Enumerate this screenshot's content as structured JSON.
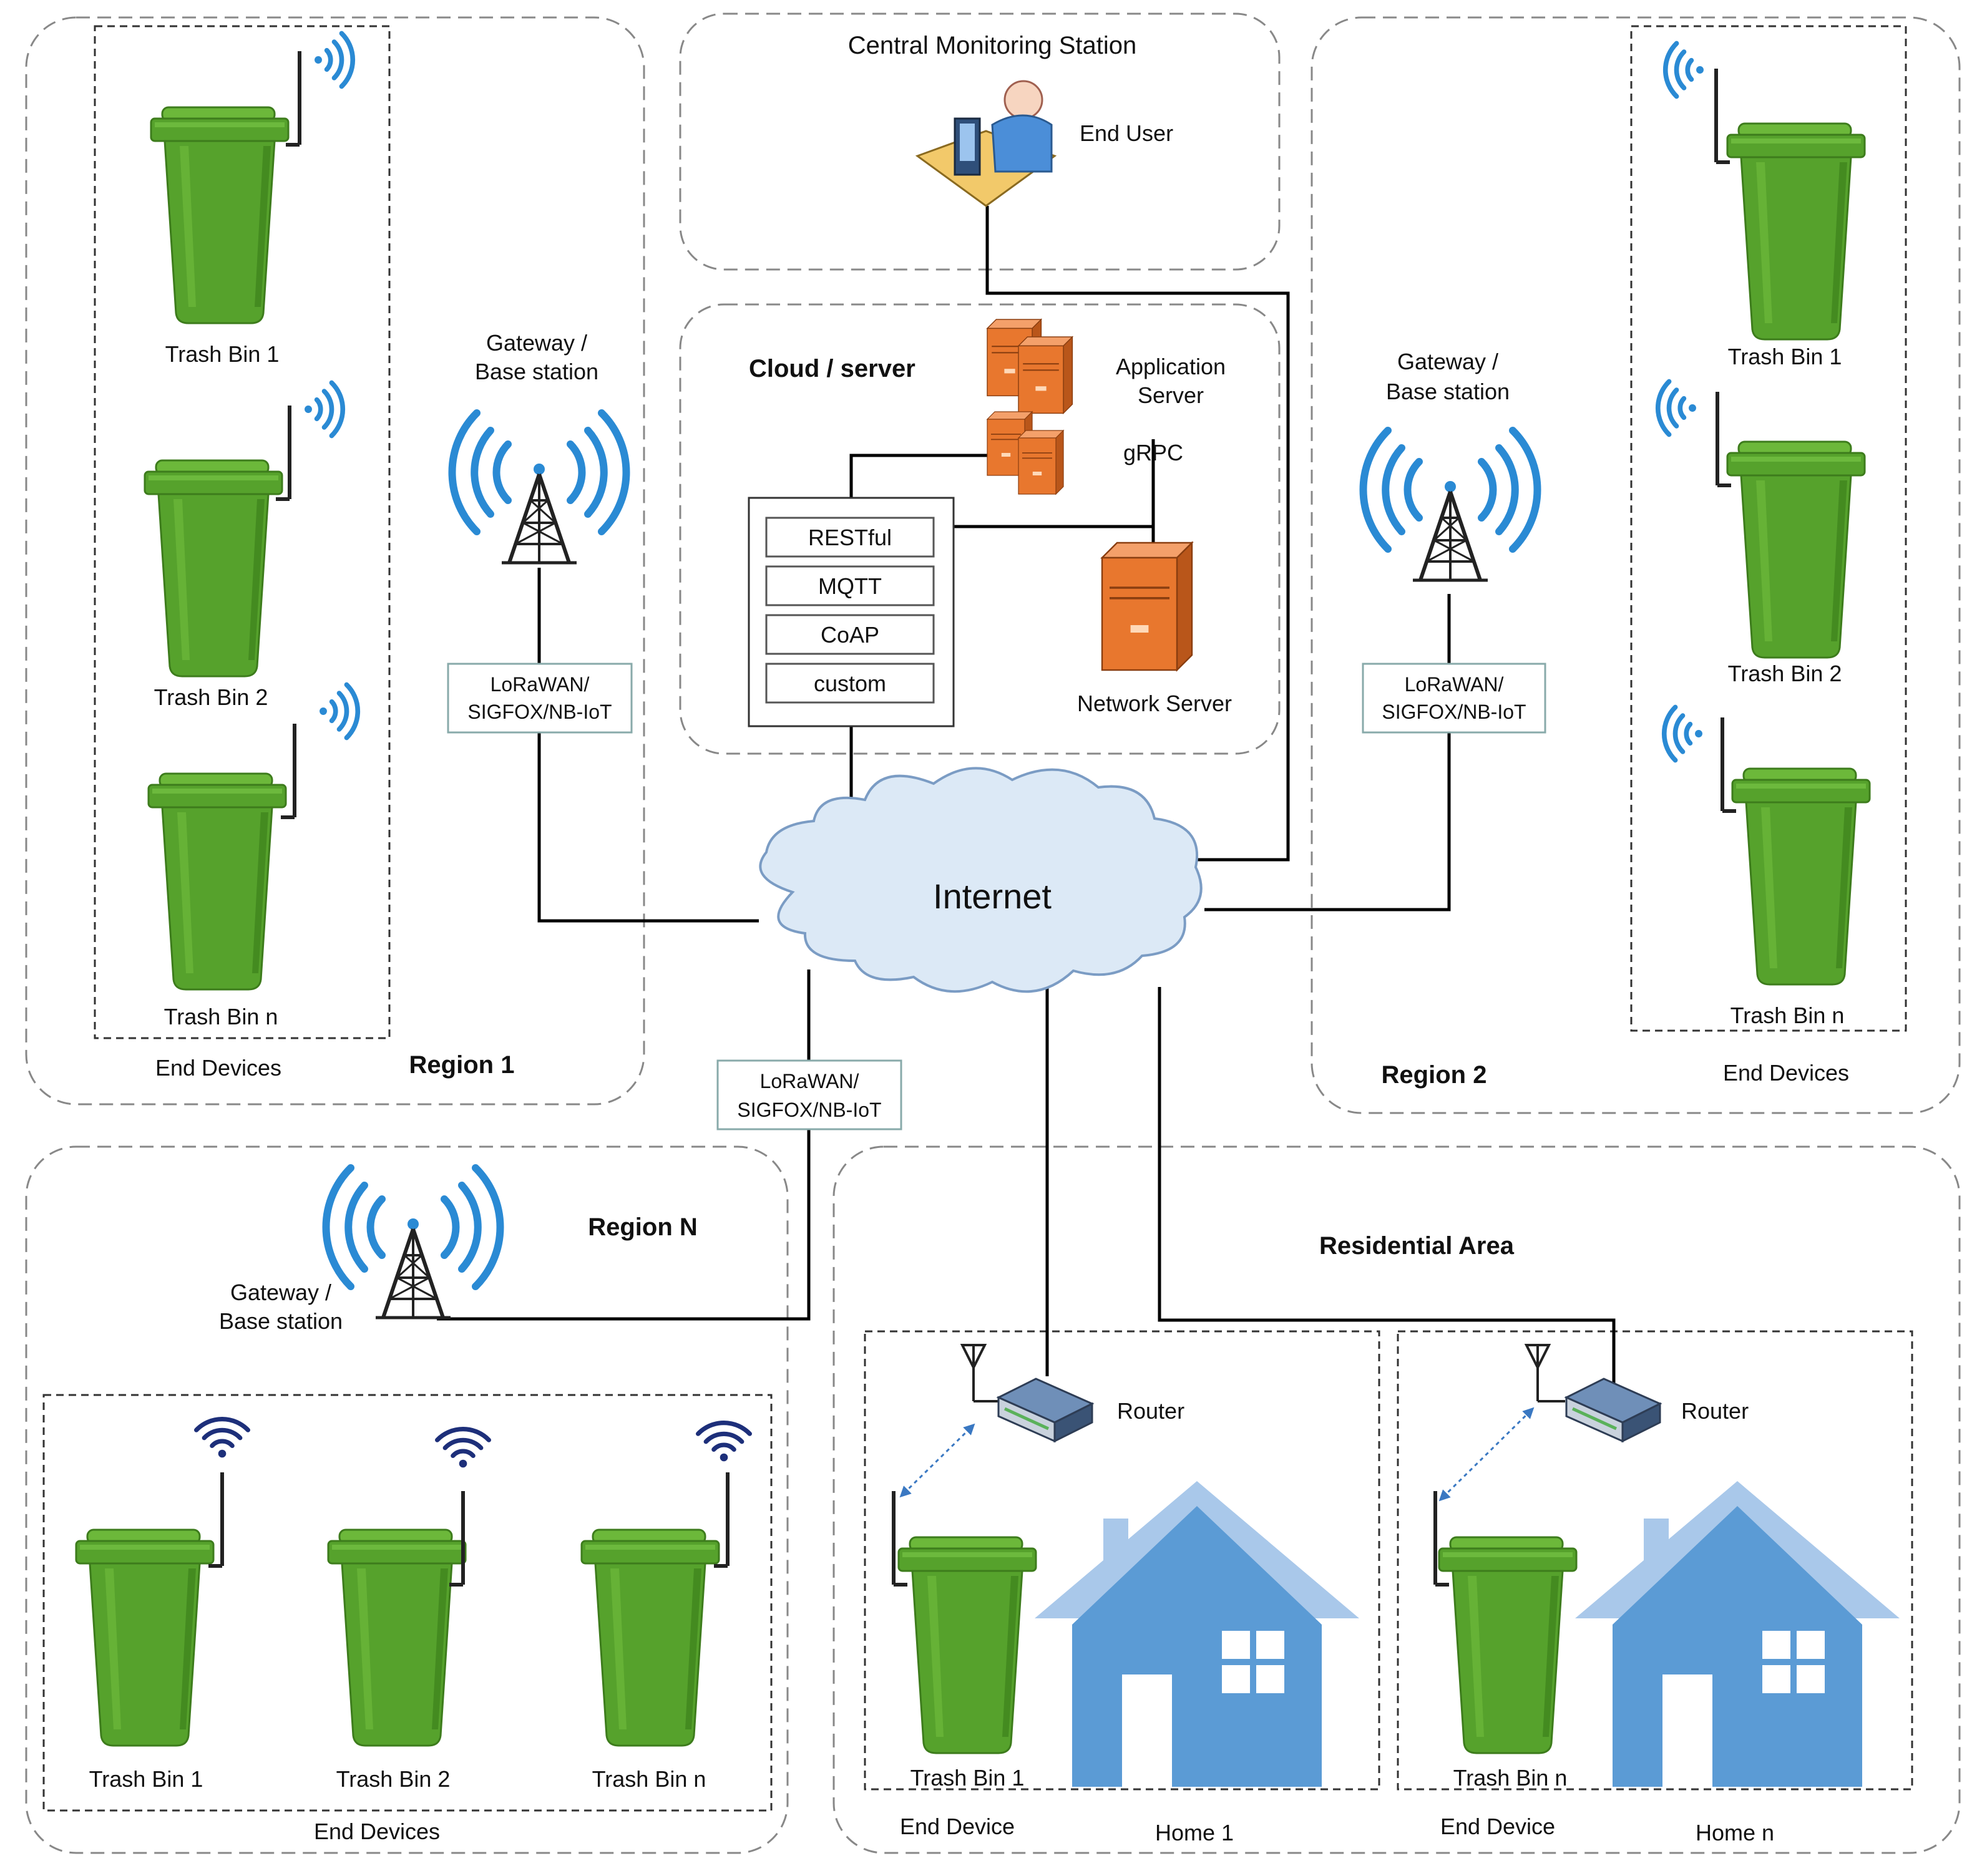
{
  "colors": {
    "bin_green": "#56a22c",
    "bin_dark": "#3d7c1c",
    "wifi_blue": "#2a8ad4",
    "wifi_navy": "#1d2f7a",
    "house_blue": "#5b9bd5",
    "house_roof": "#a9c8ea",
    "server_orange": "#e8772e",
    "cloud_fill": "#dce9f6",
    "line": "#000000",
    "dashed_border": "#888888"
  },
  "central": {
    "title": "Central Monitoring Station",
    "end_user": "End User"
  },
  "cloud": {
    "title": "Cloud / server",
    "app_server": [
      "Application",
      "Server"
    ],
    "grpc": "gRPC",
    "protocols": [
      "RESTful",
      "MQTT",
      "CoAP",
      "custom"
    ],
    "network_server": "Network Server"
  },
  "internet": "Internet",
  "region1": {
    "title": "Region 1",
    "bins": [
      "Trash Bin 1",
      "Trash Bin 2",
      "Trash Bin n"
    ],
    "end_devices": "End Devices",
    "gateway": [
      "Gateway /",
      "Base station"
    ],
    "link": [
      "LoRaWAN/",
      "SIGFOX/NB-IoT"
    ]
  },
  "region2": {
    "title": "Region 2",
    "bins": [
      "Trash Bin 1",
      "Trash Bin 2",
      "Trash Bin n"
    ],
    "end_devices": "End Devices",
    "gateway": [
      "Gateway /",
      "Base station"
    ],
    "link": [
      "LoRaWAN/",
      "SIGFOX/NB-IoT"
    ]
  },
  "regionN": {
    "title": "Region N",
    "bins": [
      "Trash Bin 1",
      "Trash Bin 2",
      "Trash Bin n"
    ],
    "end_devices": "End Devices",
    "gateway": [
      "Gateway /",
      "Base station"
    ],
    "link": [
      "LoRaWAN/",
      "SIGFOX/NB-IoT"
    ]
  },
  "residential": {
    "title": "Residential Area",
    "homes": [
      {
        "router": "Router",
        "bin": "Trash Bin 1",
        "device": "End Device",
        "home": "Home 1"
      },
      {
        "router": "Router",
        "bin": "Trash Bin n",
        "device": "End Device",
        "home": "Home n"
      }
    ]
  }
}
